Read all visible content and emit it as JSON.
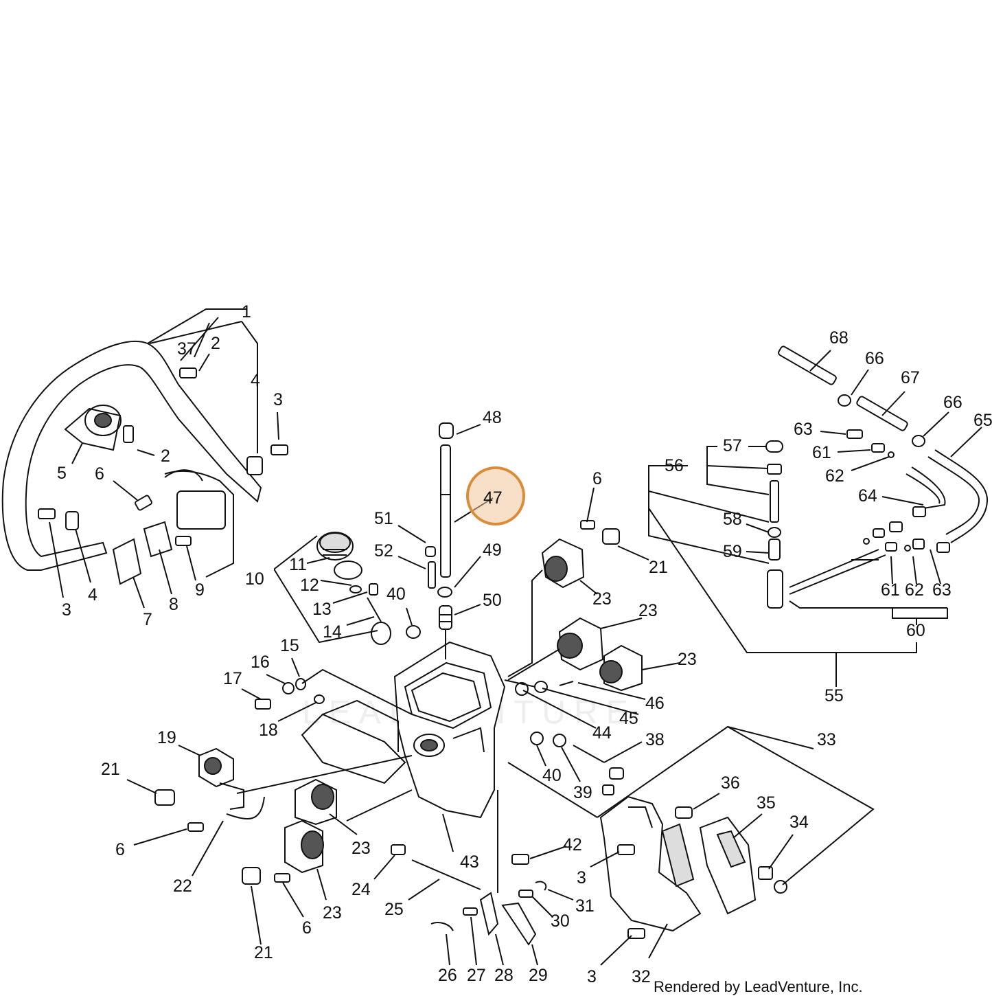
{
  "credit": "Rendered by LeadVenture, Inc.",
  "watermark": "LEADVENTURE",
  "highlight": {
    "part": "47",
    "color": "#d98c3a"
  },
  "callouts": {
    "c1": "1",
    "c2a": "2",
    "c37": "37",
    "c4a": "4",
    "c3a": "3",
    "c5": "5",
    "c2b": "2",
    "c6a": "6",
    "c3b": "3",
    "c4b": "4",
    "c7": "7",
    "c8": "8",
    "c9": "9",
    "c48": "48",
    "c47": "47",
    "c51": "51",
    "c52": "52",
    "c49": "49",
    "c50": "50",
    "c40a": "40",
    "c10": "10",
    "c11": "11",
    "c12": "12",
    "c13": "13",
    "c14": "14",
    "c6b": "6",
    "c21a": "21",
    "c23a": "23",
    "c23b": "23",
    "c23c": "23",
    "c15": "15",
    "c16": "16",
    "c17": "17",
    "c18": "18",
    "c46": "46",
    "c45": "45",
    "c44": "44",
    "c38": "38",
    "c40b": "40",
    "c39": "39",
    "c19": "19",
    "c21b": "21",
    "c6c": "6",
    "c22": "22",
    "c23d": "23",
    "c43": "43",
    "c23e": "23",
    "c21c": "21",
    "c6d": "6",
    "c24": "24",
    "c25": "25",
    "c42": "42",
    "c3c": "3",
    "c31": "31",
    "c30": "30",
    "c29": "29",
    "c28": "28",
    "c27": "27",
    "c26": "26",
    "c33": "33",
    "c36": "36",
    "c35": "35",
    "c34": "34",
    "c3d": "3",
    "c32": "32",
    "c68": "68",
    "c66a": "66",
    "c67": "67",
    "c66b": "66",
    "c65": "65",
    "c63a": "63",
    "c61a": "61",
    "c62a": "62",
    "c57": "57",
    "c56": "56",
    "c64": "64",
    "c58": "58",
    "c59": "59",
    "c61b": "61",
    "c62b": "62",
    "c63b": "63",
    "c60": "60",
    "c55": "55"
  }
}
